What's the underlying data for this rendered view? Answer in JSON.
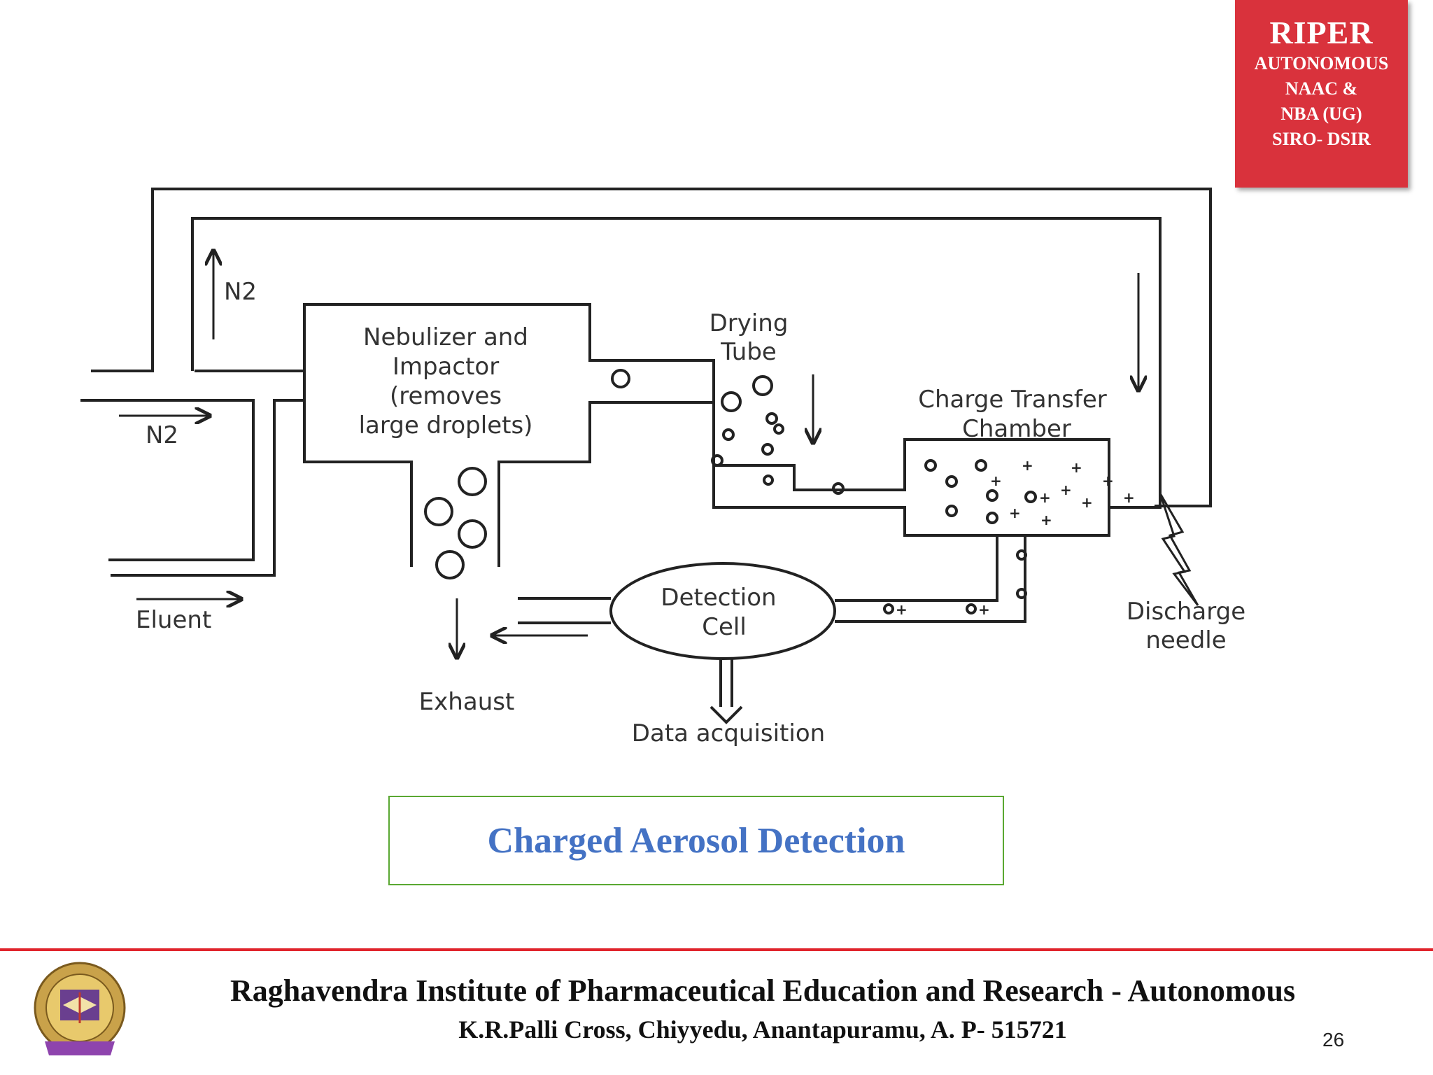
{
  "badge": {
    "title": "RIPER",
    "lines": [
      "AUTONOMOUS",
      "NAAC &",
      "NBA (UG)",
      "SIRO- DSIR"
    ]
  },
  "diagram": {
    "labels": {
      "n2_top": "N2",
      "n2_inlet": "N2",
      "eluent": "Eluent",
      "nebulizer_line1": "Nebulizer and",
      "nebulizer_line2": "Impactor",
      "nebulizer_line3": "(removes",
      "nebulizer_line4": "large droplets)",
      "drying_line1": "Drying",
      "drying_line2": "Tube",
      "ctc_line1": "Charge Transfer",
      "ctc_line2": "Chamber",
      "detection_line1": "Detection",
      "detection_line2": "Cell",
      "exhaust": "Exhaust",
      "data_acq": "Data acquisition",
      "discharge_line1": "Discharge",
      "discharge_line2": "needle"
    }
  },
  "caption": "Charged Aerosol Detection",
  "footer": {
    "institute": "Raghavendra Institute of Pharmaceutical Education and Research - Autonomous",
    "address": "K.R.Palli Cross, Chiyyedu, Anantapuramu, A. P- 515721",
    "page_number": "26"
  },
  "colors": {
    "badge": "#d9323c",
    "caption_text": "#4472c4",
    "caption_border": "#5aa832",
    "rule": "#e0242c"
  }
}
